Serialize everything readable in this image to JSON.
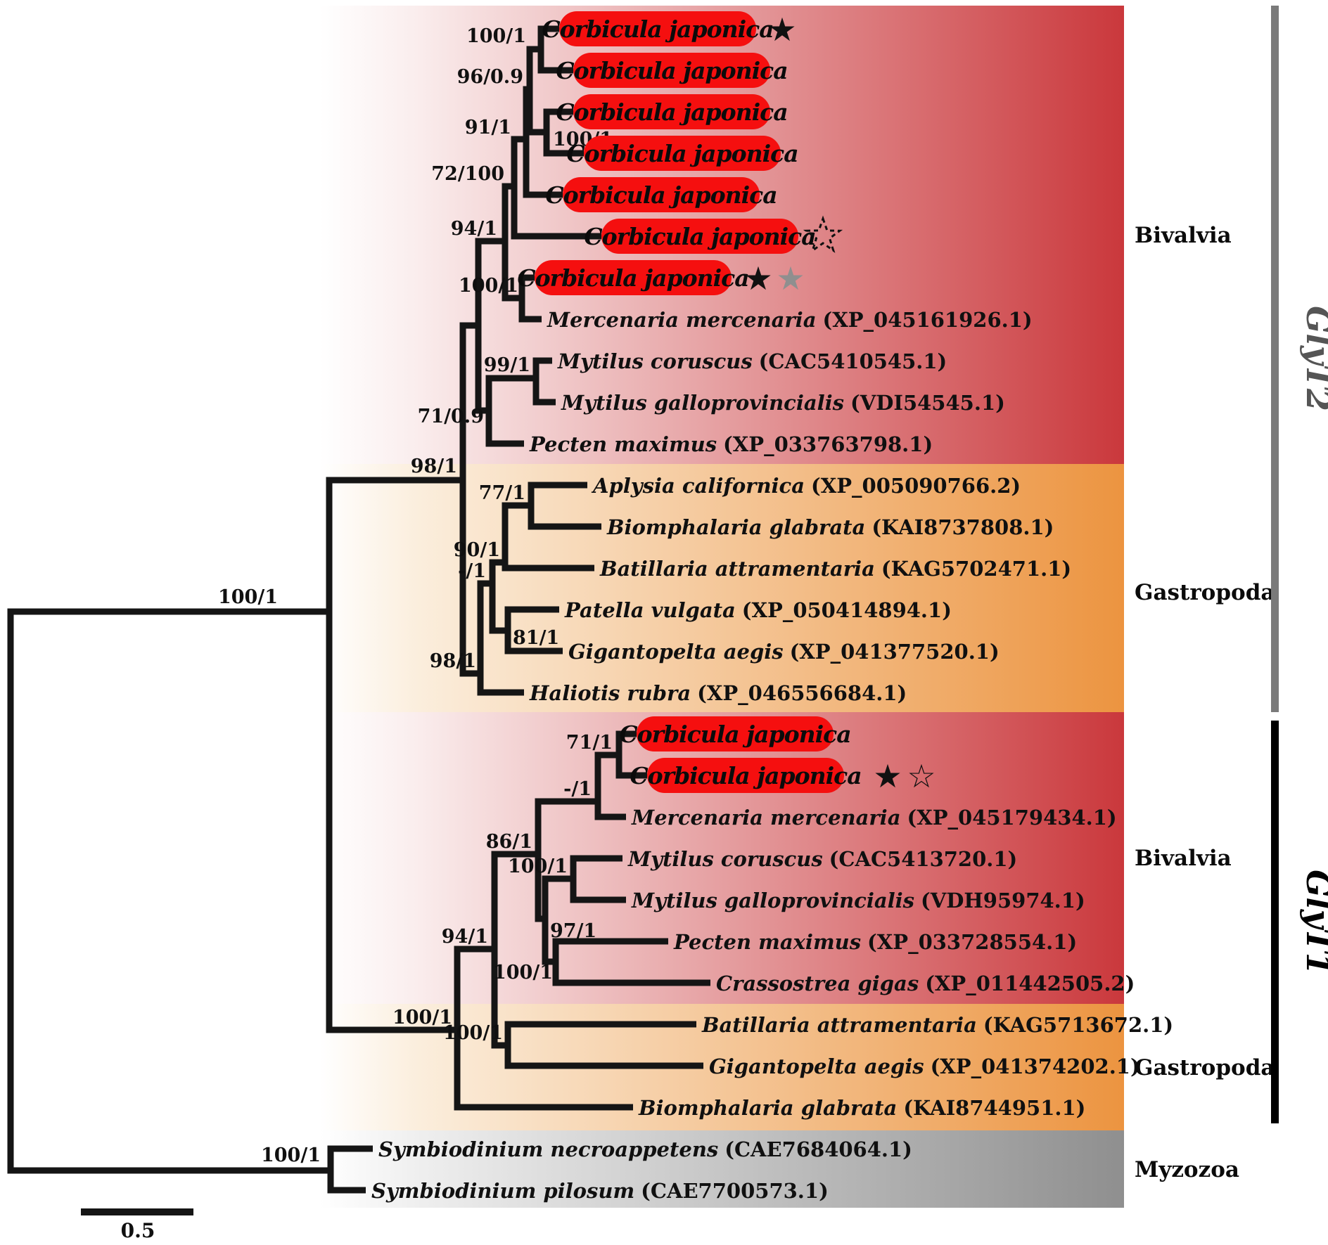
{
  "tree": {
    "tips": [
      {
        "label": "Corbicula japonica",
        "accession": "",
        "highlighted": true,
        "stars": [
          "black"
        ]
      },
      {
        "label": "Corbicula japonica",
        "accession": "",
        "highlighted": true,
        "stars": []
      },
      {
        "label": "Corbicula japonica",
        "accession": "",
        "highlighted": true,
        "stars": []
      },
      {
        "label": "Corbicula japonica",
        "accession": "",
        "highlighted": true,
        "stars": []
      },
      {
        "label": "Corbicula japonica",
        "accession": "",
        "highlighted": true,
        "stars": []
      },
      {
        "label": "Corbicula japonica",
        "accession": "",
        "highlighted": true,
        "stars": [
          "dashed-outline"
        ]
      },
      {
        "label": "Corbicula japonica",
        "accession": "",
        "highlighted": true,
        "stars": [
          "black",
          "gray"
        ]
      },
      {
        "label": "Mercenaria mercenaria",
        "accession": "(XP_045161926.1)",
        "highlighted": false,
        "stars": []
      },
      {
        "label": "Mytilus coruscus",
        "accession": "(CAC5410545.1)",
        "highlighted": false,
        "stars": []
      },
      {
        "label": "Mytilus galloprovincialis",
        "accession": "(VDI54545.1)",
        "highlighted": false,
        "stars": []
      },
      {
        "label": "Pecten maximus",
        "accession": "(XP_033763798.1)",
        "highlighted": false,
        "stars": []
      },
      {
        "label": "Aplysia californica",
        "accession": "(XP_005090766.2)",
        "highlighted": false,
        "stars": []
      },
      {
        "label": "Biomphalaria glabrata",
        "accession": "(KAI8737808.1)",
        "highlighted": false,
        "stars": []
      },
      {
        "label": "Batillaria attramentaria",
        "accession": "(KAG5702471.1)",
        "highlighted": false,
        "stars": []
      },
      {
        "label": "Patella vulgata",
        "accession": "(XP_050414894.1)",
        "highlighted": false,
        "stars": []
      },
      {
        "label": "Gigantopelta aegis",
        "accession": "(XP_041377520.1)",
        "highlighted": false,
        "stars": []
      },
      {
        "label": "Haliotis rubra",
        "accession": "(XP_046556684.1)",
        "highlighted": false,
        "stars": []
      },
      {
        "label": "Corbicula japonica",
        "accession": "",
        "highlighted": true,
        "stars": []
      },
      {
        "label": "Corbicula japonica",
        "accession": "",
        "highlighted": true,
        "stars": [
          "black",
          "outline"
        ]
      },
      {
        "label": "Mercenaria mercenaria",
        "accession": "(XP_045179434.1)",
        "highlighted": false,
        "stars": []
      },
      {
        "label": "Mytilus coruscus",
        "accession": "(CAC5413720.1)",
        "highlighted": false,
        "stars": []
      },
      {
        "label": "Mytilus galloprovincialis",
        "accession": "(VDH95974.1)",
        "highlighted": false,
        "stars": []
      },
      {
        "label": "Pecten maximus",
        "accession": "(XP_033728554.1)",
        "highlighted": false,
        "stars": []
      },
      {
        "label": "Crassostrea gigas",
        "accession": "(XP_011442505.2)",
        "highlighted": false,
        "stars": []
      },
      {
        "label": "Batillaria attramentaria",
        "accession": "(KAG5713672.1)",
        "highlighted": false,
        "stars": []
      },
      {
        "label": "Gigantopelta aegis",
        "accession": "(XP_041374202.1)",
        "highlighted": false,
        "stars": []
      },
      {
        "label": "Biomphalaria glabrata",
        "accession": "(KAI8744951.1)",
        "highlighted": false,
        "stars": []
      },
      {
        "label": "Symbiodinium necroappetens",
        "accession": "(CAE7684064.1)",
        "highlighted": false,
        "stars": []
      },
      {
        "label": "Symbiodinium pilosum",
        "accession": "(CAE7700573.1)",
        "highlighted": false,
        "stars": []
      }
    ],
    "supports": [
      "100/1",
      "96/0.9",
      "91/1",
      "100/1",
      "72/100",
      "94/1",
      "100/1",
      "99/1",
      "71/0.9",
      "98/1",
      "77/1",
      "90/1",
      "-/1",
      "81/1",
      "98/1",
      "100/1",
      "71/1",
      "-/1",
      "86/1",
      "100/1",
      "97/1",
      "100/1",
      "94/1",
      "100/1",
      "100/1",
      "100/1"
    ],
    "groups": [
      {
        "label": "Bivalvia"
      },
      {
        "label": "Gastropoda"
      },
      {
        "label": "Bivalvia"
      },
      {
        "label": "Gastropoda"
      },
      {
        "label": "Myzozoa"
      }
    ],
    "gene_clades": [
      {
        "label": "GlyT2",
        "color": "#7a7a7a"
      },
      {
        "label": "GlyT1",
        "color": "#000000"
      }
    ],
    "scale_bar": {
      "label": "0.5"
    },
    "icons": {
      "black_star": "★",
      "gray_star": "★",
      "outline_star": "☆"
    },
    "colors": {
      "highlight_pill": "#f50f0f",
      "bivalvia_panel": "#ca383c",
      "gastropoda_panel": "#ec9440",
      "myzozoa_panel": "#8f8f8f",
      "branch": "#151515",
      "glyt2_bar": "#7a7a7a",
      "glyt1_bar": "#000000"
    }
  }
}
